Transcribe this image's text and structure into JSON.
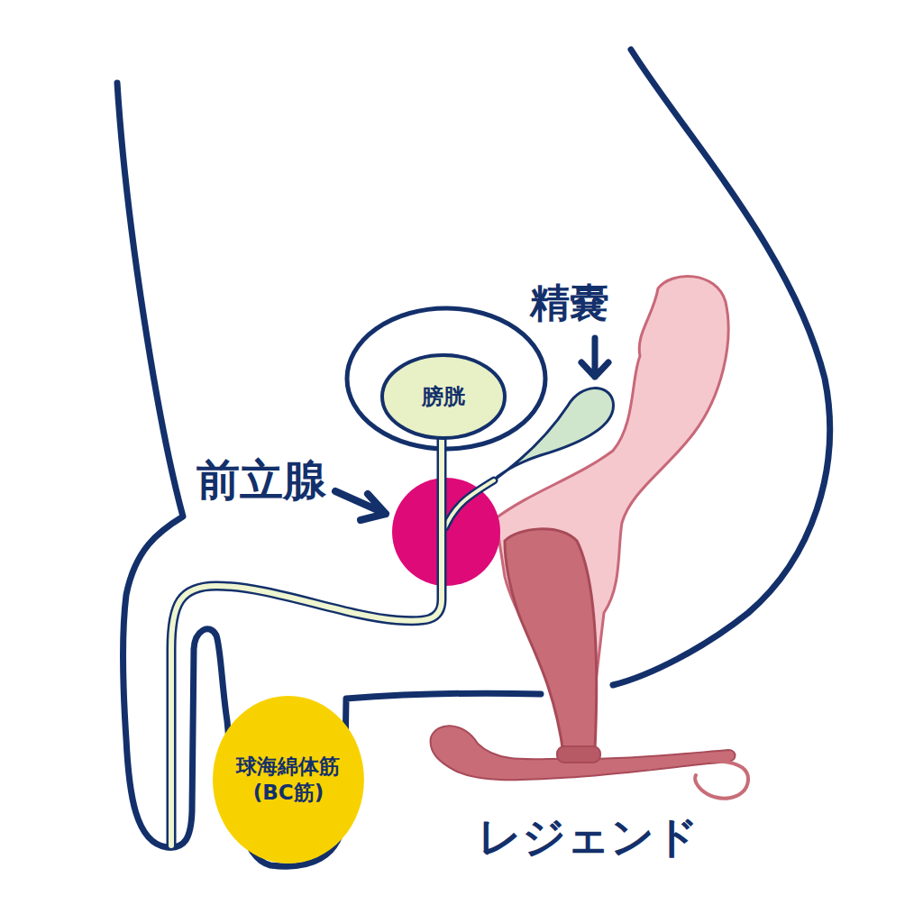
{
  "diagram": {
    "nodes": [
      {
        "text": [
          "膀胱"
        ]
      },
      {
        "text": [
          "球海綿体筋 (BC筋)"
        ]
      }
    ],
    "labels": [
      "精嚢",
      "前立腺",
      "レジェンド"
    ]
  }
}
